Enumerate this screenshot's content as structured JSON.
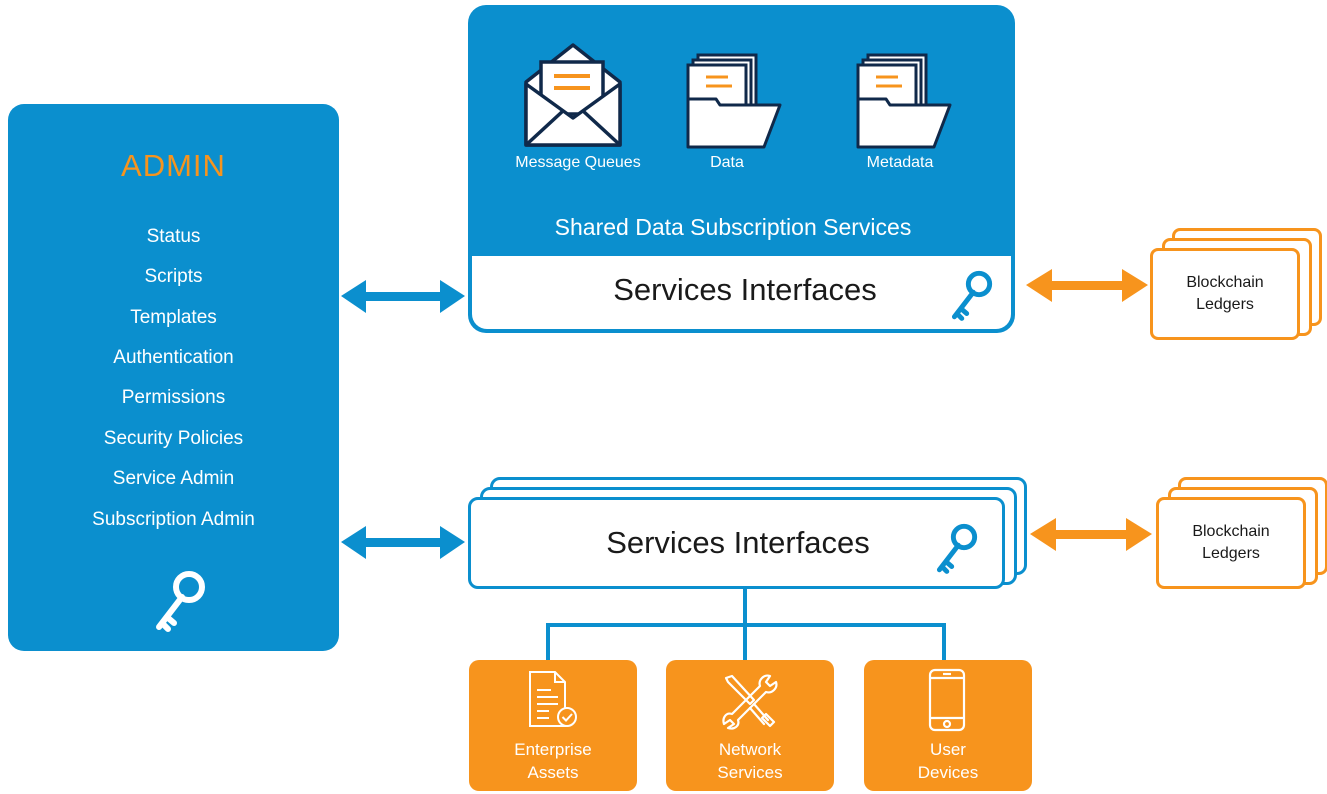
{
  "admin": {
    "title": "ADMIN",
    "items": [
      "Status",
      "Scripts",
      "Templates",
      "Authentication",
      "Permissions",
      "Security Policies",
      "Service Admin",
      "Subscription Admin"
    ]
  },
  "shared_services": {
    "icons": [
      {
        "label": "Message Queues",
        "icon": "envelope-icon"
      },
      {
        "label": "Data",
        "icon": "folder-icon"
      },
      {
        "label": "Metadata",
        "icon": "folder-icon"
      }
    ],
    "title": "Shared Data Subscription Services",
    "interface_label": "Services Interfaces"
  },
  "lower_services": {
    "interface_label": "Services Interfaces"
  },
  "ledgers": {
    "top": {
      "line1": "Blockchain",
      "line2": "Ledgers"
    },
    "bottom": {
      "line1": "Blockchain",
      "line2": "Ledgers"
    }
  },
  "endpoints": [
    {
      "line1": "Enterprise",
      "line2": "Assets",
      "icon": "document-check-icon"
    },
    {
      "line1": "Network",
      "line2": "Services",
      "icon": "tools-icon"
    },
    {
      "line1": "User",
      "line2": "Devices",
      "icon": "phone-icon"
    }
  ],
  "colors": {
    "blue": "#0b8fce",
    "orange": "#f7941d",
    "navy": "#10294a"
  }
}
